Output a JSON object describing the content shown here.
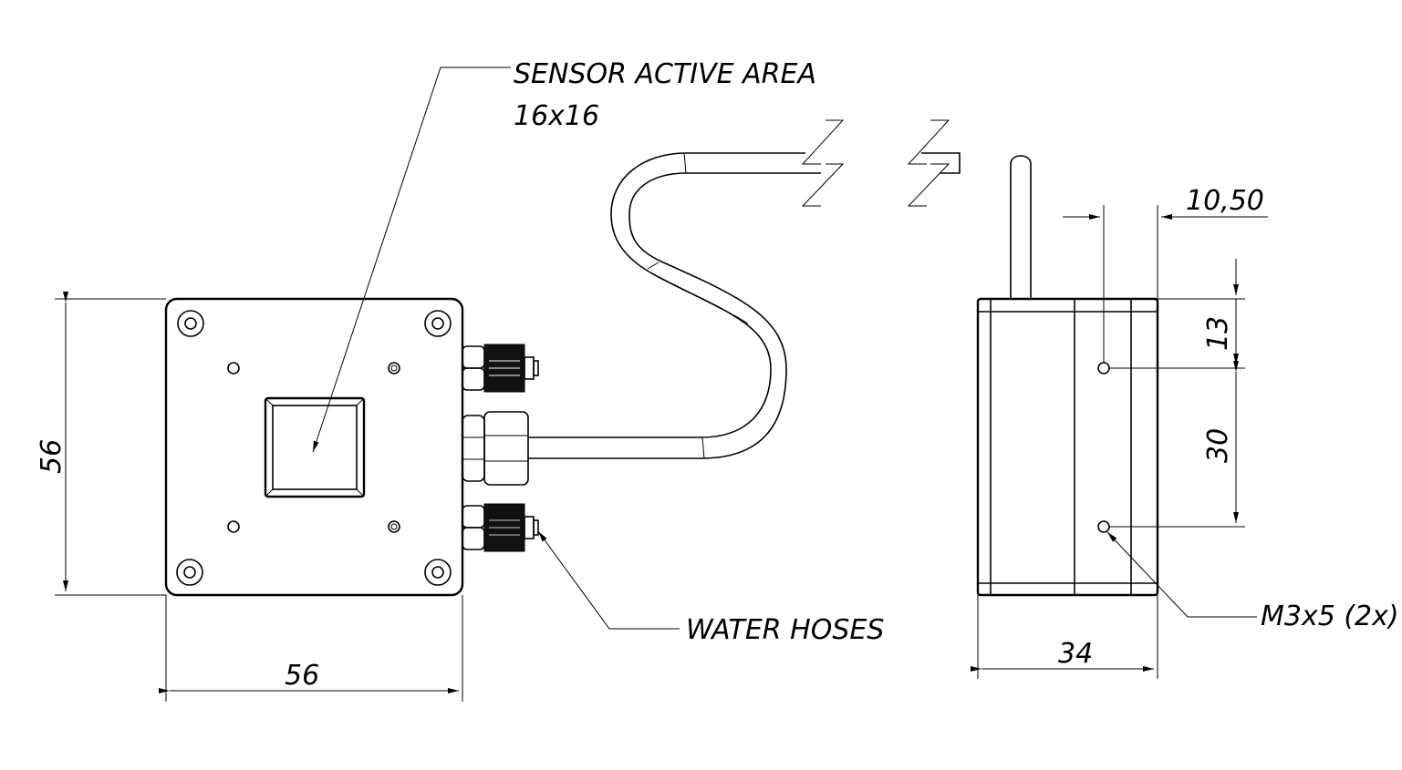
{
  "labels": {
    "sensor_area_title": "SENSOR ACTIVE AREA",
    "sensor_area_size": "16x16",
    "water_hoses": "WATER HOSES",
    "thread_spec": "M3x5 (2x)"
  },
  "dimensions": {
    "front_width": "56",
    "front_height": "56",
    "side_depth": "34",
    "hole_offset_x": "10,50",
    "hole_offset_top": "13",
    "hole_spacing": "30"
  }
}
